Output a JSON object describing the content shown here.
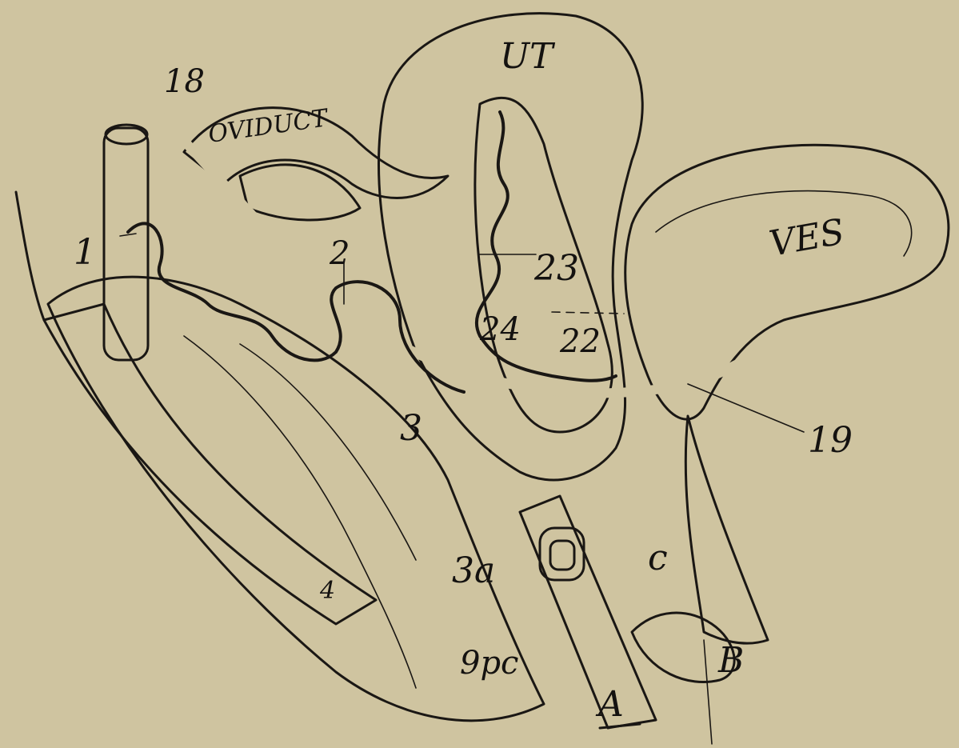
{
  "colors": {
    "paper": "#cfc4a0",
    "ink": "#1a1714",
    "shade": "#2a2520"
  },
  "labels": {
    "ut": "UT",
    "oviduct": "OVIDUCT",
    "ves": "VES",
    "n18": "18",
    "n1": "1",
    "n2": "2",
    "n23": "23",
    "n22": "22",
    "n24": "24",
    "n19": "19",
    "n3": "3",
    "n3a": "3a",
    "n4": "4",
    "n9pc": "9pc",
    "letter_c": "c",
    "letter_a": "A",
    "letter_b": "B"
  }
}
